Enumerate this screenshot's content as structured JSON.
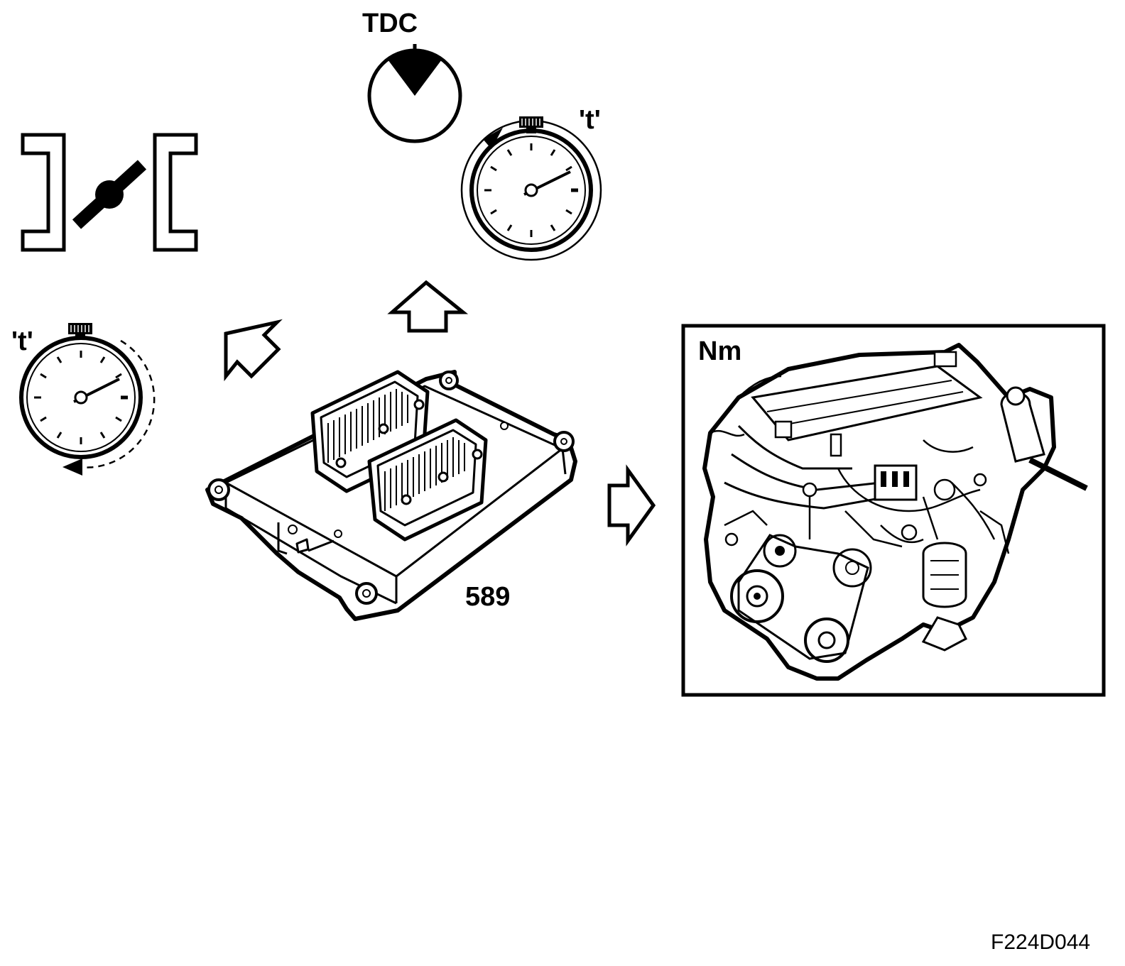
{
  "labels": {
    "tdc": "TDC",
    "time_top": "'t'",
    "time_left": "'t'",
    "torque": "Nm",
    "part_number": "589",
    "figure_code": "F224D044"
  },
  "icons": [
    "bracket-throttle-icon",
    "tdc-dial-icon",
    "stopwatch-clockwise-icon",
    "stopwatch-counterclockwise-icon",
    "arrow-up-outline-icon",
    "arrow-up-left-outline-icon",
    "arrow-right-outline-icon",
    "control-module-589",
    "engine-illustration"
  ],
  "colors": {
    "ink": "#000000",
    "paper": "#ffffff"
  }
}
